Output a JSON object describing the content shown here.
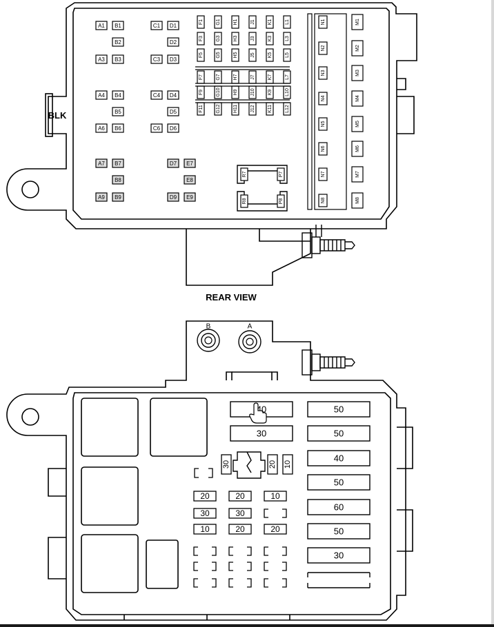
{
  "rear_view": {
    "caption": "REAR VIEW",
    "connector_label": "BLK",
    "sockets": [
      {
        "label": "A1",
        "fill": false
      },
      {
        "label": "B1",
        "fill": false
      },
      {
        "label": "C1",
        "fill": false
      },
      {
        "label": "D1",
        "fill": false
      },
      {
        "label": "B2",
        "fill": false
      },
      {
        "label": "D2",
        "fill": false
      },
      {
        "label": "A3",
        "fill": false
      },
      {
        "label": "B3",
        "fill": false
      },
      {
        "label": "C3",
        "fill": false
      },
      {
        "label": "D3",
        "fill": false
      },
      {
        "label": "A4",
        "fill": false
      },
      {
        "label": "B4",
        "fill": false
      },
      {
        "label": "C4",
        "fill": false
      },
      {
        "label": "D4",
        "fill": false
      },
      {
        "label": "B5",
        "fill": false
      },
      {
        "label": "D5",
        "fill": false
      },
      {
        "label": "A6",
        "fill": false
      },
      {
        "label": "B6",
        "fill": false
      },
      {
        "label": "C6",
        "fill": false
      },
      {
        "label": "D6",
        "fill": false
      },
      {
        "label": "A7",
        "fill": true
      },
      {
        "label": "B7",
        "fill": true
      },
      {
        "label": "D7",
        "fill": true
      },
      {
        "label": "E7",
        "fill": true
      },
      {
        "label": "B8",
        "fill": true
      },
      {
        "label": "E8",
        "fill": true
      },
      {
        "label": "A9",
        "fill": true
      },
      {
        "label": "B9",
        "fill": true
      },
      {
        "label": "D9",
        "fill": true
      },
      {
        "label": "E9",
        "fill": true
      }
    ],
    "vertical_sockets": [
      "F1",
      "G1",
      "H1",
      "J1",
      "K1",
      "L1",
      "F3",
      "G3",
      "H3",
      "J3",
      "K3",
      "L3",
      "F5",
      "G5",
      "H5",
      "J5",
      "K5",
      "L5",
      "F7",
      "G7",
      "H7",
      "J7",
      "K7",
      "L7",
      "F9",
      "G10",
      "H9",
      "J10",
      "K9",
      "L10",
      "F11",
      "G12",
      "H11",
      "J12",
      "K11",
      "L12"
    ],
    "n_column": [
      "N1",
      "N2",
      "N3",
      "N4",
      "N5",
      "N6",
      "N7",
      "N8"
    ],
    "m_column": [
      "M1",
      "M2",
      "M3",
      "M4",
      "M5",
      "M6",
      "M7",
      "M8"
    ],
    "p_relays": [
      "R7",
      "P7",
      "R8",
      "P8"
    ]
  },
  "front_view": {
    "studs": [
      "B",
      "A"
    ],
    "maxi_fuses": [
      "40",
      "30"
    ],
    "large_fuses": [
      "50",
      "50",
      "40",
      "50",
      "60",
      "50",
      "30",
      ""
    ],
    "mini_fuses_vertical": [
      "30",
      "20",
      "10"
    ],
    "mini_fuse_rows": [
      [
        "20",
        "20",
        "10"
      ],
      [
        "30",
        "30",
        ""
      ],
      [
        "10",
        "20",
        "20"
      ],
      [
        "",
        "",
        ""
      ],
      [
        "",
        "",
        ""
      ],
      [
        "",
        "",
        ""
      ]
    ],
    "extra_empty_socket": ""
  },
  "cursor_icon": "hand-pointer-icon"
}
